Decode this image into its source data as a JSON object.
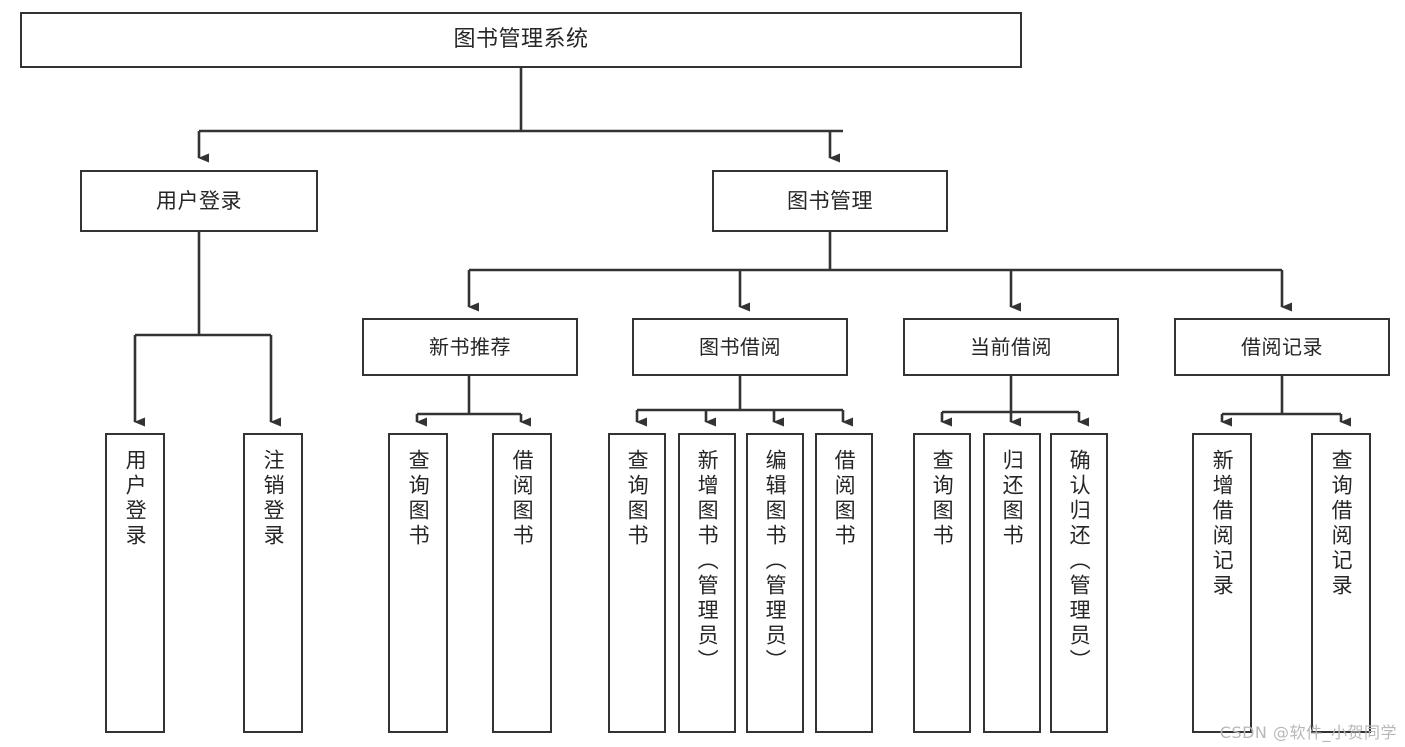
{
  "diagram": {
    "title": "图书管理系统",
    "type": "功能结构图",
    "root": {
      "label": "图书管理系统"
    },
    "level2": [
      {
        "label": "用户登录"
      },
      {
        "label": "图书管理"
      }
    ],
    "level3": [
      {
        "label": "新书推荐"
      },
      {
        "label": "图书借阅"
      },
      {
        "label": "当前借阅"
      },
      {
        "label": "借阅记录"
      }
    ],
    "leaves": [
      {
        "label": "用户登录"
      },
      {
        "label": "注销登录"
      },
      {
        "label": "查询图书"
      },
      {
        "label": "借阅图书"
      },
      {
        "label": "查询图书"
      },
      {
        "label": "新增图书（管理员）"
      },
      {
        "label": "编辑图书（管理员）"
      },
      {
        "label": "借阅图书"
      },
      {
        "label": "查询图书"
      },
      {
        "label": "归还图书"
      },
      {
        "label": "确认归还（管理员）"
      },
      {
        "label": "新增借阅记录"
      },
      {
        "label": "查询借阅记录"
      }
    ],
    "colors": {
      "box_border": "#333333",
      "box_fill": "#ffffff",
      "edge": "#333333",
      "text": "#262626",
      "watermark": "#b8b8b8",
      "background": "#ffffff"
    }
  },
  "watermark": {
    "text": "CSDN @软件_小贺同学"
  }
}
